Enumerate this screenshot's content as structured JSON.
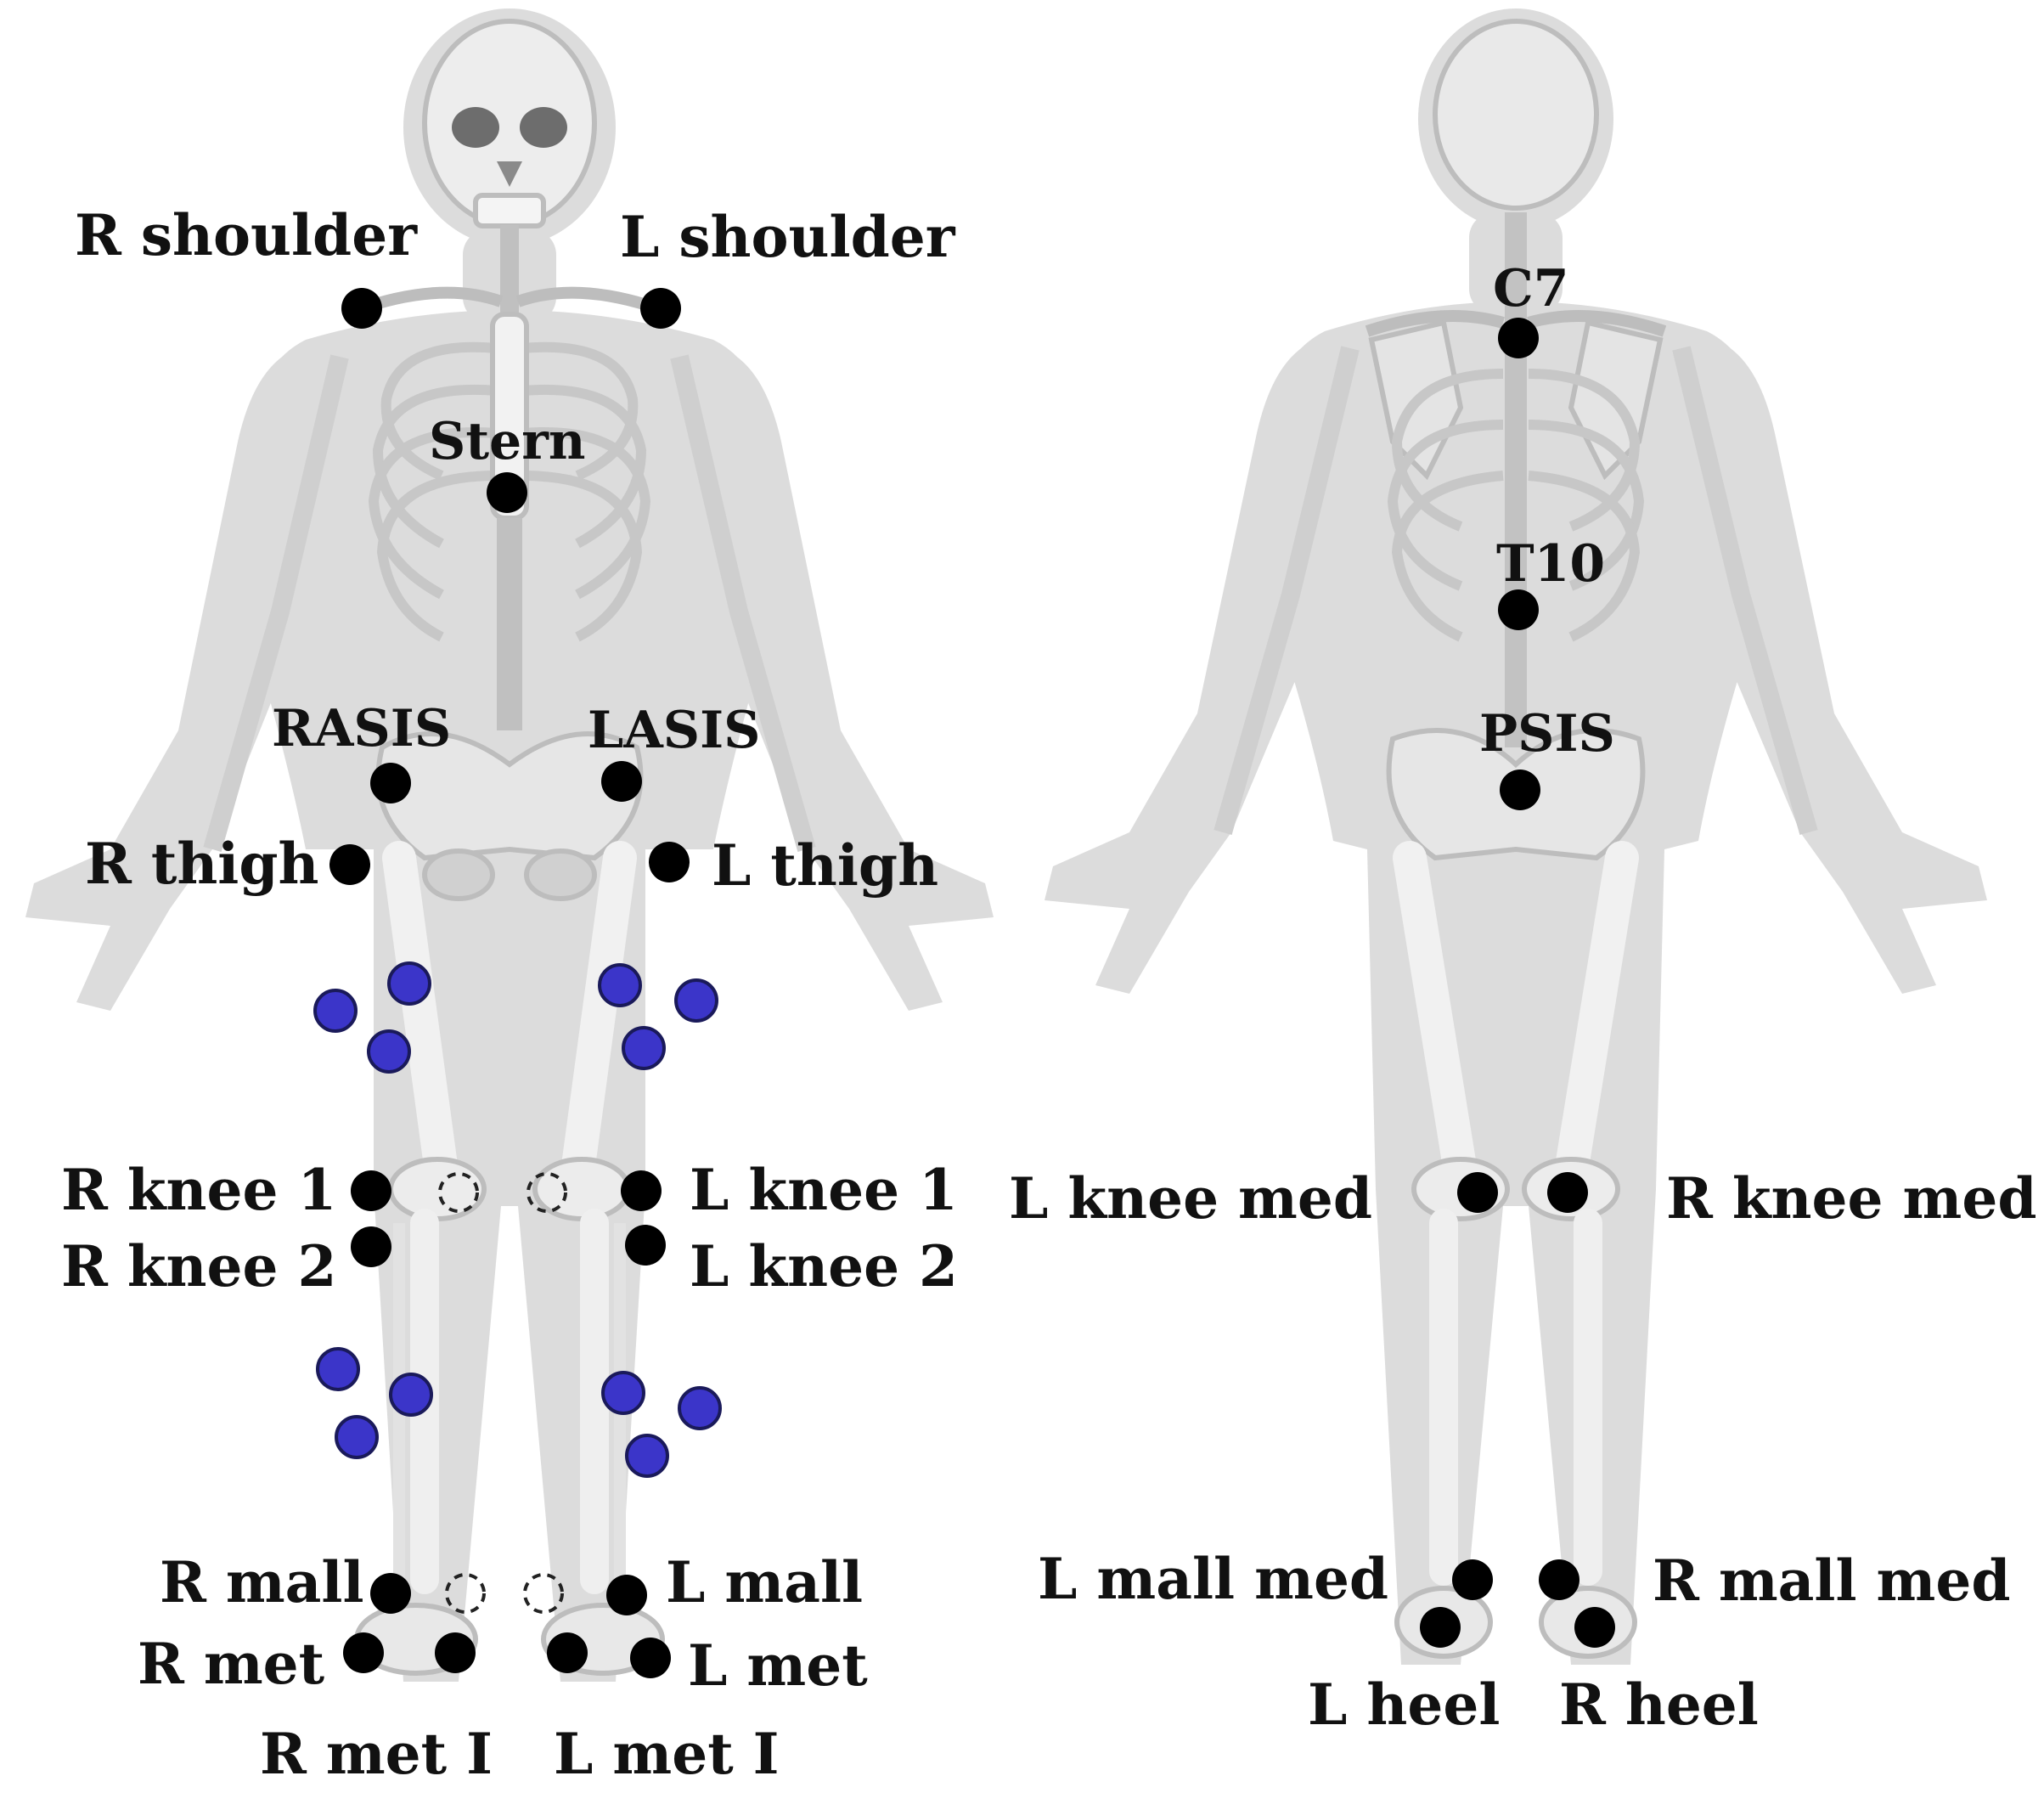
{
  "colors": {
    "background": "#ffffff",
    "body_silhouette": "#dcdcdc",
    "bone": "#c9c9c9",
    "bone_highlight": "#ededed",
    "marker_anatomical": "#000000",
    "marker_cluster": "#3b35c9",
    "marker_virtual_outline": "#222222"
  },
  "icons": {
    "anatomical_marker": "filled-black-circle",
    "cluster_marker": "filled-blue-circle",
    "virtual_marker": "dashed-outline-circle"
  },
  "front_view": {
    "labels": {
      "r_shoulder": "R shoulder",
      "l_shoulder": "L shoulder",
      "stern": "Stern",
      "rasis": "RASIS",
      "lasis": "LASIS",
      "r_thigh": "R thigh",
      "l_thigh": "L thigh",
      "r_knee_1": "R knee 1",
      "l_knee_1": "L knee 1",
      "r_knee_2": "R knee 2",
      "l_knee_2": "L knee 2",
      "r_mall": "R mall",
      "l_mall": "L mall",
      "r_met": "R met",
      "l_met": "L met",
      "r_met_i": "R met I",
      "l_met_i": "L met I"
    }
  },
  "back_view": {
    "labels": {
      "c7": "C7",
      "t10": "T10",
      "psis": "PSIS",
      "l_knee_med": "L knee med",
      "r_knee_med": "R knee med",
      "l_mall_med": "L mall med",
      "r_mall_med": "R mall med",
      "l_heel": "L heel",
      "r_heel": "R heel"
    }
  }
}
